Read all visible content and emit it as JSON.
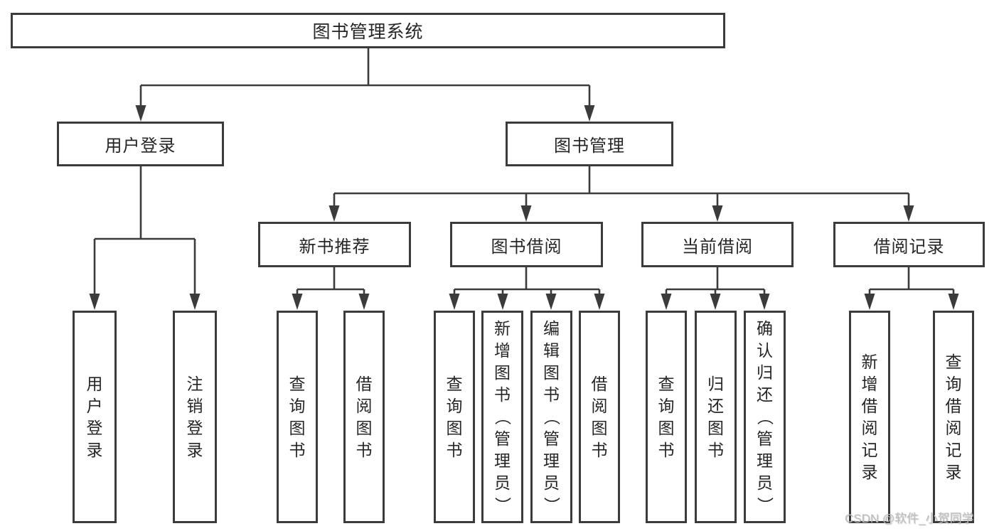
{
  "diagram": {
    "title": "图书管理系统",
    "branches": {
      "user_login": {
        "label": "用户登录",
        "children": {
          "login": {
            "label": "用户登录"
          },
          "logout": {
            "label": "注销登录"
          }
        }
      },
      "book_mgmt": {
        "label": "图书管理",
        "children": {
          "new_books": {
            "label": "新书推荐",
            "children": {
              "query": {
                "label": "查询图书"
              },
              "borrow": {
                "label": "借阅图书"
              }
            }
          },
          "book_borrow": {
            "label": "图书借阅",
            "children": {
              "query": {
                "label": "查询图书"
              },
              "add": {
                "label": "新增图书（管理员）"
              },
              "edit": {
                "label": "编辑图书（管理员）"
              },
              "borrow": {
                "label": "借阅图书"
              }
            }
          },
          "current_borrow": {
            "label": "当前借阅",
            "children": {
              "query": {
                "label": "查询图书"
              },
              "return": {
                "label": "归还图书"
              },
              "confirm": {
                "label": "确认归还（管理员）"
              }
            }
          },
          "borrow_records": {
            "label": "借阅记录",
            "children": {
              "add": {
                "label": "新增借阅记录"
              },
              "query": {
                "label": "查询借阅记录"
              }
            }
          }
        }
      }
    }
  },
  "watermark": "CSDN @软件_小贺同学",
  "colors": {
    "line": "#3b3b3b",
    "border": "#3b3b3b",
    "text": "#262626",
    "watermark": "#bdbdbd",
    "background": "#ffffff"
  }
}
